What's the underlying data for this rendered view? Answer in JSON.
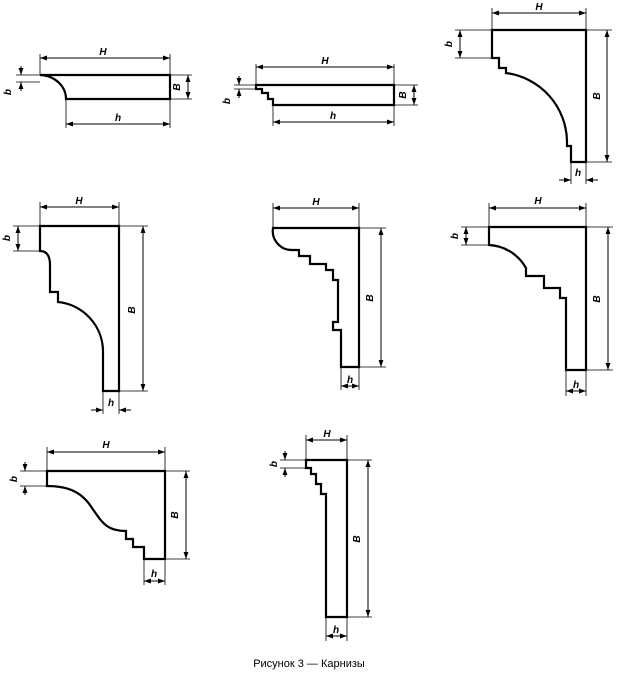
{
  "figure": {
    "caption": "Рисунок  3 — Карнизы",
    "labels": {
      "H": "H",
      "h": "h",
      "B": "B",
      "b": "b"
    }
  }
}
